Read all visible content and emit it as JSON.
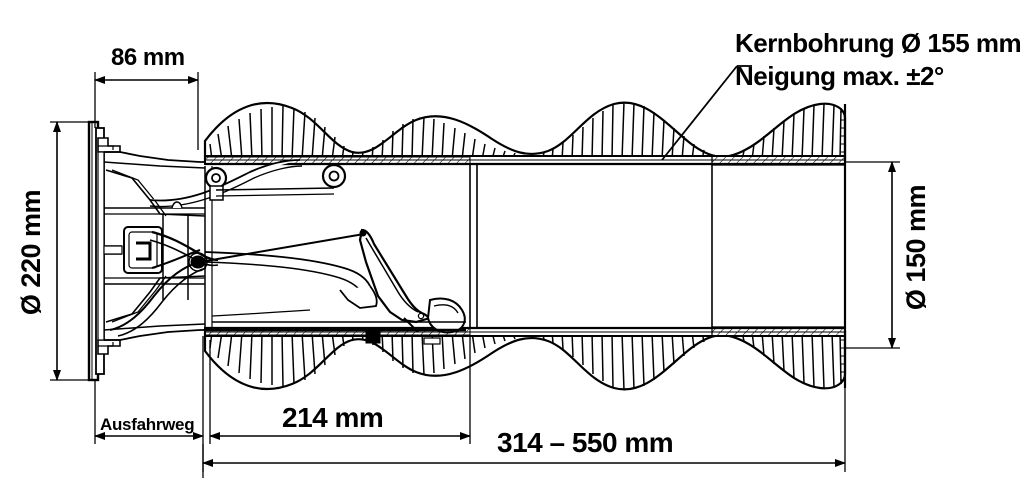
{
  "drawing": {
    "title": "Technische Schnittzeichnung Rohreinbau",
    "background_color": "#ffffff",
    "line_color": "#000000",
    "annotations": {
      "core_hole": "Kernbohrung Ø 155 mm",
      "inclination": "Neigung max. ±2°"
    },
    "dimensions": {
      "flange_depth": "86 mm",
      "outer_diameter": "Ø 220 mm",
      "pipe_diameter": "Ø 150 mm",
      "extension_travel_label": "Ausfahrweg",
      "body_length": "214 mm",
      "total_length_range": "314 – 550 mm"
    }
  }
}
